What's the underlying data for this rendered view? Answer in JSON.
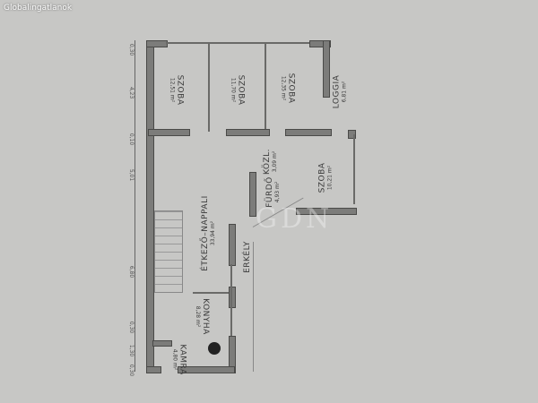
{
  "watermark": "Globalingatlanok",
  "logo": "GDN",
  "rooms": [
    {
      "name": "SZOBA",
      "area": "12,51 m²"
    },
    {
      "name": "SZOBA",
      "area": "11,70 m²"
    },
    {
      "name": "SZOBA",
      "area": "12,35 m²"
    },
    {
      "name": "LOGGIA",
      "area": "6,81 m²"
    },
    {
      "name": "KÖZL.",
      "area": "3,09 m²"
    },
    {
      "name": "FÜRDŐ",
      "area": "4,93 m²"
    },
    {
      "name": "SZOBA",
      "area": "10,21 m²"
    },
    {
      "name": "ÉTKEZŐ–NAPPALI",
      "area": "33,94 m²"
    },
    {
      "name": "ERKÉLY"
    },
    {
      "name": "KONYHA",
      "area": "8,28 m²"
    },
    {
      "name": "KAMRA",
      "area": "4,80 m²"
    }
  ],
  "dimensions": [
    "0,30",
    "4,23",
    "0,10",
    "5,01",
    "6,80",
    "0,30",
    "1,30",
    "0,30"
  ]
}
